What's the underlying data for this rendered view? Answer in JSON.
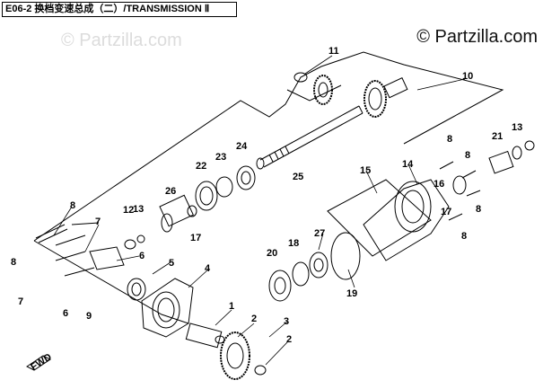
{
  "header": {
    "title": "E06-2 换档变速总成（二）/TRANSMISSION Ⅱ"
  },
  "watermarks": {
    "main": "© Partzilla.com",
    "faint": "© Partzilla.com"
  },
  "fwd_label": "FWD",
  "callouts": [
    {
      "id": "1",
      "label": "1"
    },
    {
      "id": "2a",
      "label": "2"
    },
    {
      "id": "2b",
      "label": "2"
    },
    {
      "id": "3",
      "label": "3"
    },
    {
      "id": "4",
      "label": "4"
    },
    {
      "id": "5",
      "label": "5"
    },
    {
      "id": "6a",
      "label": "6"
    },
    {
      "id": "6b",
      "label": "6"
    },
    {
      "id": "7a",
      "label": "7"
    },
    {
      "id": "7b",
      "label": "7"
    },
    {
      "id": "8a",
      "label": "8"
    },
    {
      "id": "8b",
      "label": "8"
    },
    {
      "id": "8c",
      "label": "8"
    },
    {
      "id": "8d",
      "label": "8"
    },
    {
      "id": "8e",
      "label": "8"
    },
    {
      "id": "8f",
      "label": "8"
    },
    {
      "id": "9",
      "label": "9"
    },
    {
      "id": "10",
      "label": "10"
    },
    {
      "id": "11",
      "label": "11"
    },
    {
      "id": "12",
      "label": "12"
    },
    {
      "id": "13a",
      "label": "13"
    },
    {
      "id": "13b",
      "label": "13"
    },
    {
      "id": "14",
      "label": "14"
    },
    {
      "id": "15",
      "label": "15"
    },
    {
      "id": "16",
      "label": "16"
    },
    {
      "id": "17a",
      "label": "17"
    },
    {
      "id": "17b",
      "label": "17"
    },
    {
      "id": "18",
      "label": "18"
    },
    {
      "id": "19",
      "label": "19"
    },
    {
      "id": "20",
      "label": "20"
    },
    {
      "id": "21",
      "label": "21"
    },
    {
      "id": "22",
      "label": "22"
    },
    {
      "id": "23",
      "label": "23"
    },
    {
      "id": "24",
      "label": "24"
    },
    {
      "id": "25",
      "label": "25"
    },
    {
      "id": "26",
      "label": "26"
    },
    {
      "id": "27",
      "label": "27"
    }
  ],
  "colors": {
    "line": "#000000",
    "background": "#ffffff",
    "watermark_faint": "#dcdcdc"
  }
}
